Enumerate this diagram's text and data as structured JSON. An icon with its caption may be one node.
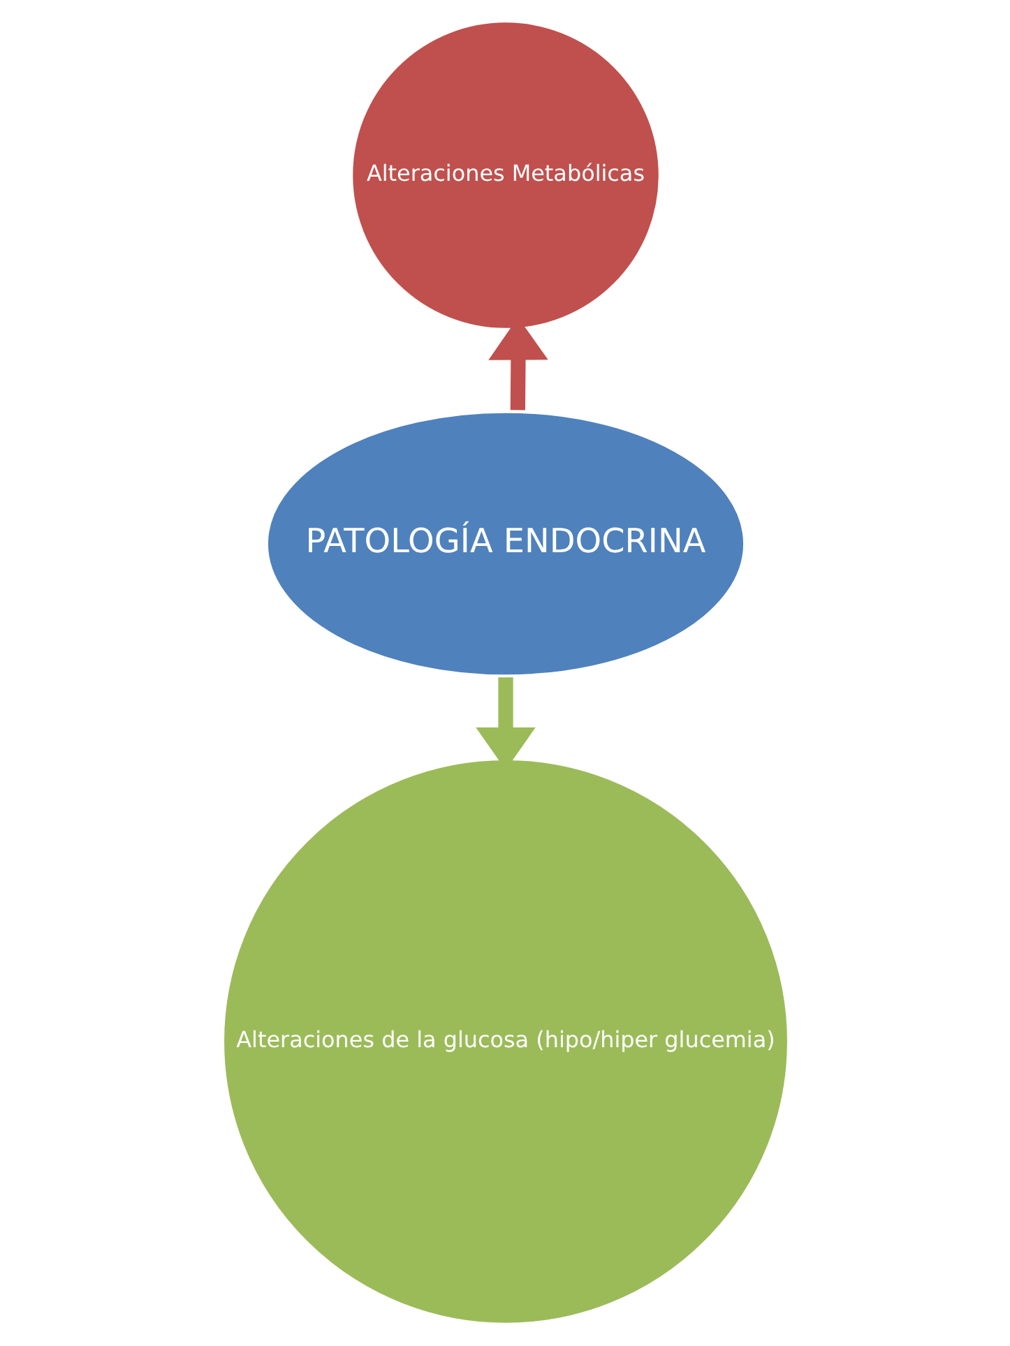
{
  "diagram": {
    "nodes": [
      {
        "text": [
          "Alteraciones Metabólicas"
        ]
      },
      {
        "text": [
          "PATOLOGÍA ENDOCRINA"
        ]
      },
      {
        "text": [
          "Alteraciones de la glucosa (hipo/hiper glucemia)"
        ]
      }
    ],
    "edges": [
      {
        "from": 1,
        "to": 0,
        "arrow": "to",
        "color": "#c0504d"
      },
      {
        "from": 1,
        "to": 2,
        "arrow": "to",
        "color": "#9bbb59"
      }
    ]
  }
}
